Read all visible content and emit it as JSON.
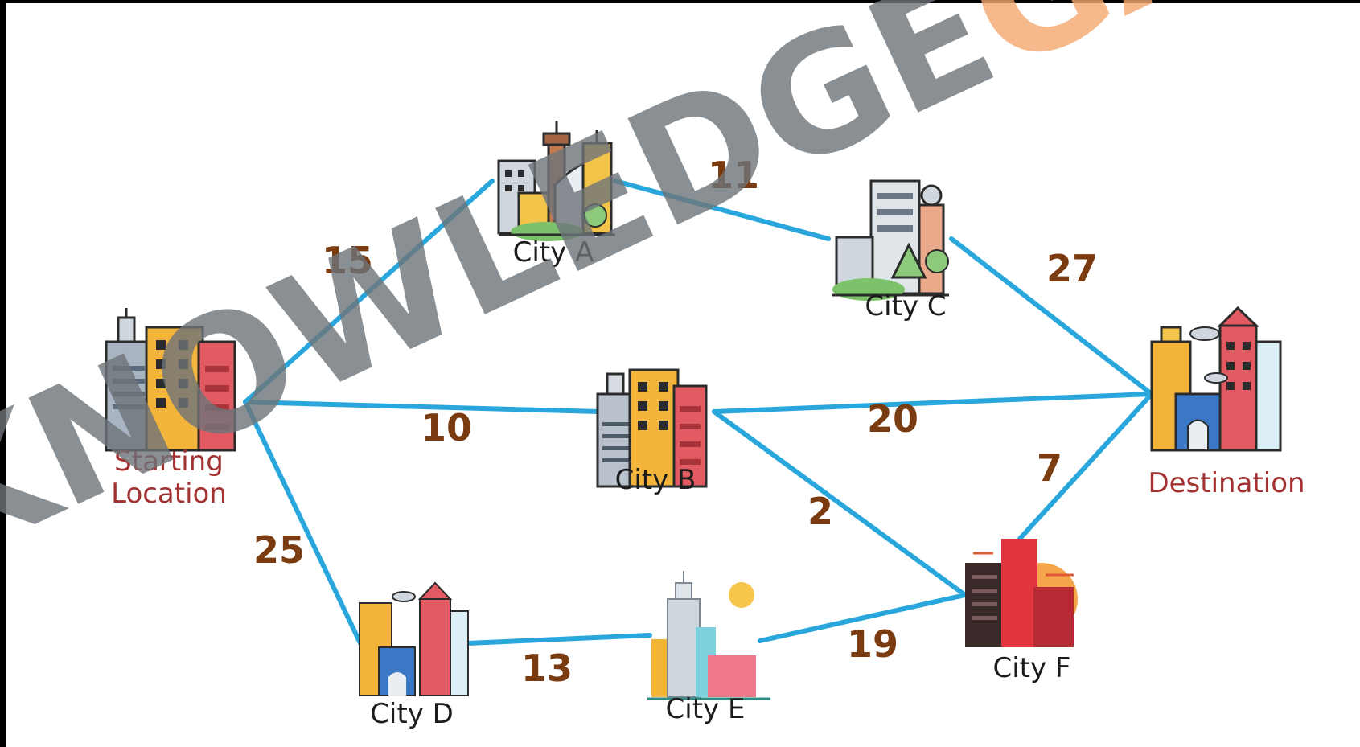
{
  "nodes": [
    {
      "id": "start",
      "label_lines": [
        "Starting",
        "Location"
      ],
      "style": "red"
    },
    {
      "id": "A",
      "label_lines": [
        "City A"
      ],
      "style": "dark"
    },
    {
      "id": "B",
      "label_lines": [
        "City B"
      ],
      "style": "dark"
    },
    {
      "id": "C",
      "label_lines": [
        "City C"
      ],
      "style": "dark"
    },
    {
      "id": "D",
      "label_lines": [
        "City D"
      ],
      "style": "dark"
    },
    {
      "id": "E",
      "label_lines": [
        "City E"
      ],
      "style": "dark"
    },
    {
      "id": "F",
      "label_lines": [
        "City F"
      ],
      "style": "dark"
    },
    {
      "id": "dest",
      "label_lines": [
        "Destination"
      ],
      "style": "red"
    }
  ],
  "edges": [
    {
      "from": "start",
      "to": "A",
      "weight": "15"
    },
    {
      "from": "start",
      "to": "B",
      "weight": "10"
    },
    {
      "from": "start",
      "to": "D",
      "weight": "25"
    },
    {
      "from": "A",
      "to": "C",
      "weight": "11"
    },
    {
      "from": "C",
      "to": "dest",
      "weight": "27"
    },
    {
      "from": "B",
      "to": "dest",
      "weight": "20"
    },
    {
      "from": "B",
      "to": "F",
      "weight": "2"
    },
    {
      "from": "D",
      "to": "E",
      "weight": "13"
    },
    {
      "from": "E",
      "to": "F",
      "weight": "19"
    },
    {
      "from": "F",
      "to": "dest",
      "weight": "7"
    }
  ],
  "watermark": {
    "text_gray": "KNOWLEDGE",
    "text_orange": "GATE"
  },
  "colors": {
    "edge": "#29a7dc",
    "weight": "#7a3b10",
    "label_red": "#a23232",
    "watermark_gray": "#6e7479",
    "watermark_orange": "#f5a86f"
  }
}
